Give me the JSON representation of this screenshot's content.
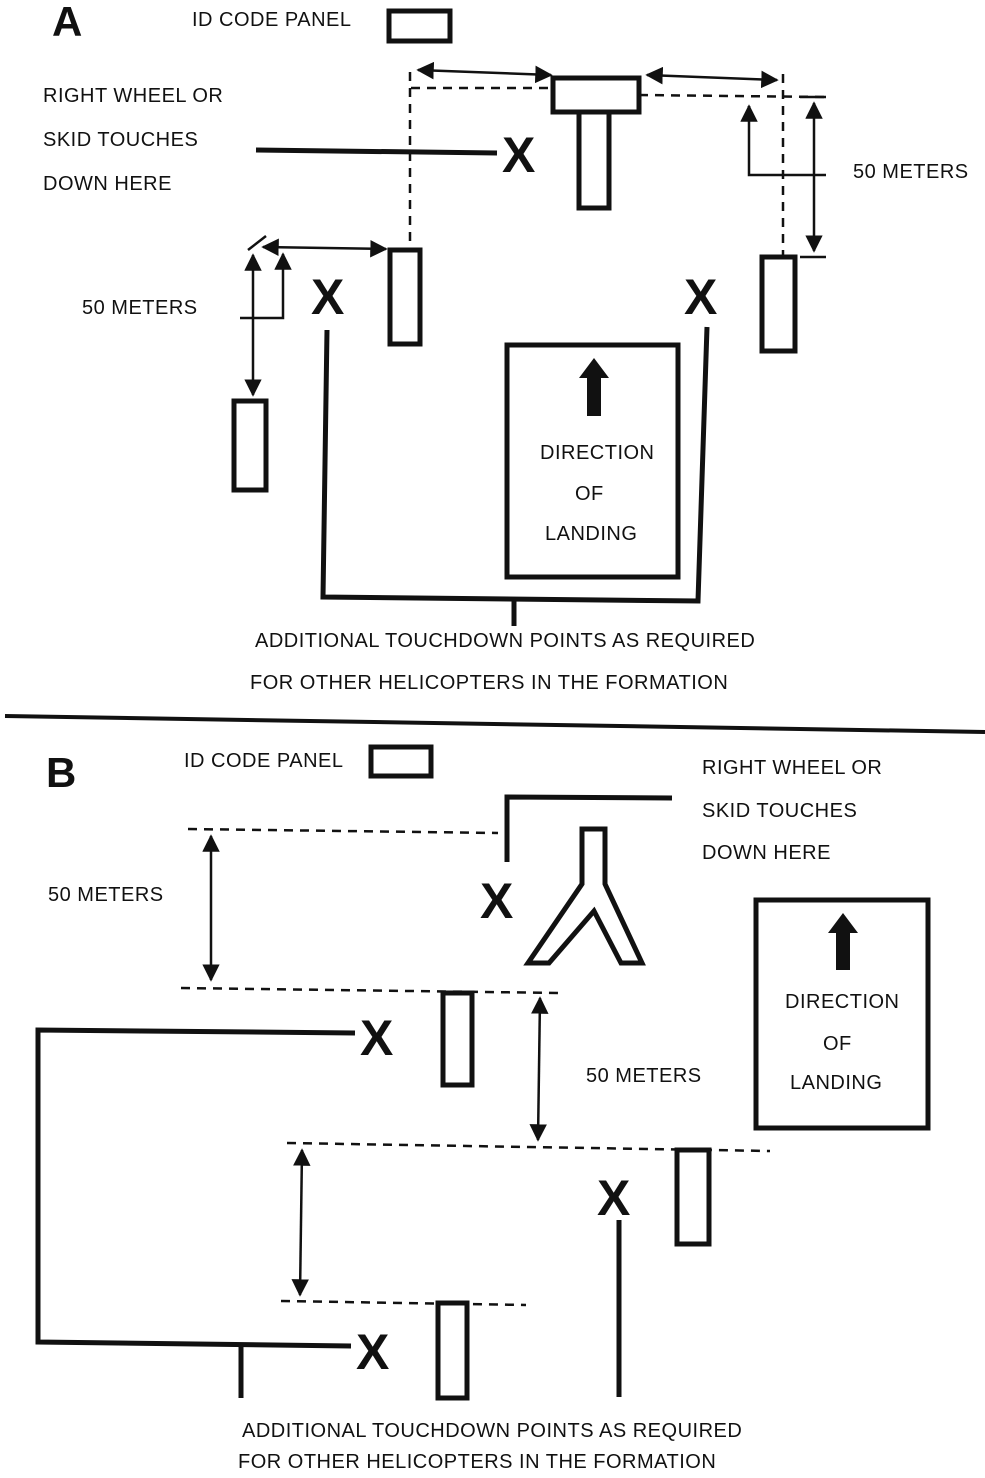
{
  "panel_a": {
    "letter": "A",
    "id_code_panel": "ID CODE PANEL",
    "touch_line1": "RIGHT WHEEL OR",
    "touch_line2": "SKID TOUCHES",
    "touch_line3": "DOWN HERE",
    "meters_right": "50 METERS",
    "meters_left": "50 METERS",
    "direction_line1": "DIRECTION",
    "direction_line2": "OF",
    "direction_line3": "LANDING",
    "additional_line1": "ADDITIONAL TOUCHDOWN POINTS AS REQUIRED",
    "additional_line2": "FOR OTHER HELICOPTERS IN THE FORMATION",
    "x_mark": "X"
  },
  "panel_b": {
    "letter": "B",
    "id_code_panel": "ID CODE PANEL",
    "touch_line1": "RIGHT WHEEL OR",
    "touch_line2": "SKID TOUCHES",
    "touch_line3": "DOWN HERE",
    "meters_top": "50 METERS",
    "meters_mid": "50 METERS",
    "direction_line1": "DIRECTION",
    "direction_line2": "OF",
    "direction_line3": "LANDING",
    "additional_line1": "ADDITIONAL TOUCHDOWN POINTS AS REQUIRED",
    "additional_line2": "FOR OTHER HELICOPTERS IN THE FORMATION",
    "x_mark": "X"
  }
}
